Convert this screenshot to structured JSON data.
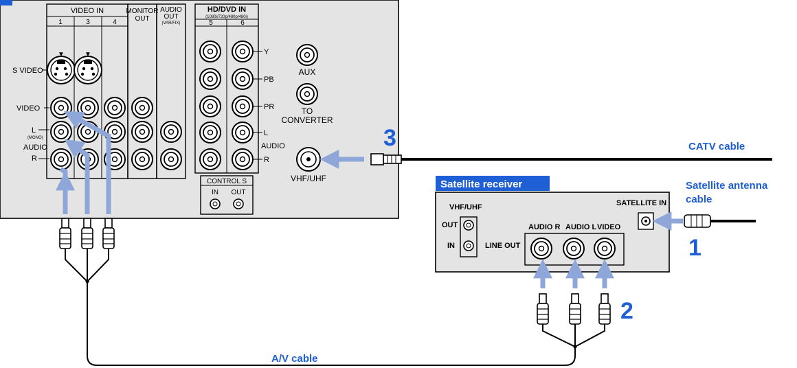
{
  "tv_panel": {
    "video_in": "VIDEO IN",
    "col1": "1",
    "col3": "3",
    "col4": "4",
    "monitor": "MONITOR",
    "monitor_out": "OUT",
    "audio_out_1": "AUDIO",
    "audio_out_2": "OUT",
    "var_fix": "(VAR/FIX)",
    "hd_dvd_in": "HD/DVD IN",
    "hd_formats": "(1080i/720p/480p/480i)",
    "col5": "5",
    "col6": "6",
    "s_video": "S VIDEO",
    "video": "VIDEO",
    "l": "L",
    "mono": "(MONO)",
    "audio": "AUDIO",
    "r": "R",
    "y": "Y",
    "pb": "PB",
    "pr": "PR",
    "aux": "AUX",
    "to": "TO",
    "converter": "CONVERTER",
    "vhf_uhf": "VHF/UHF",
    "control_s": "CONTROL S",
    "cs_in": "IN",
    "cs_out": "OUT"
  },
  "receiver": {
    "title": "Satellite receiver",
    "vhf_uhf": "VHF/UHF",
    "out": "OUT",
    "in": "IN",
    "line_out": "LINE OUT",
    "audio_r": "AUDIO R",
    "audio_l": "AUDIO L",
    "video": "VIDEO",
    "satellite_in": "SATELLITE IN"
  },
  "labels": {
    "catv_cable": "CATV cable",
    "satellite_antenna_1": "Satellite antenna",
    "satellite_antenna_2": "cable",
    "av_cable": "A/V cable"
  },
  "steps": {
    "one": "1",
    "two": "2",
    "three": "3"
  },
  "colors": {
    "accent_blue": "#1f5fd6",
    "arrow_blue": "#8fa6d8",
    "panel_gray": "#e4e4e4"
  }
}
